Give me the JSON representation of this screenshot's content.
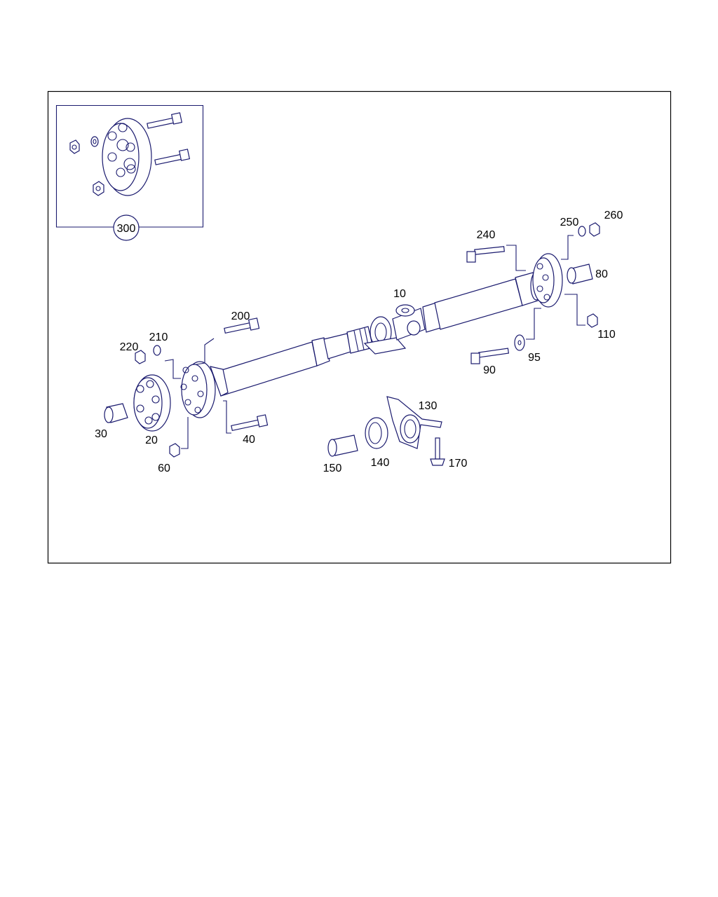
{
  "diagram": {
    "inset_label": "300",
    "labels": {
      "p10": "10",
      "p20": "20",
      "p30": "30",
      "p40": "40",
      "p60": "60",
      "p80": "80",
      "p90": "90",
      "p95": "95",
      "p110": "110",
      "p130": "130",
      "p140": "140",
      "p150": "150",
      "p170": "170",
      "p200": "200",
      "p210": "210",
      "p220": "220",
      "p240": "240",
      "p250": "250",
      "p260": "260"
    }
  }
}
